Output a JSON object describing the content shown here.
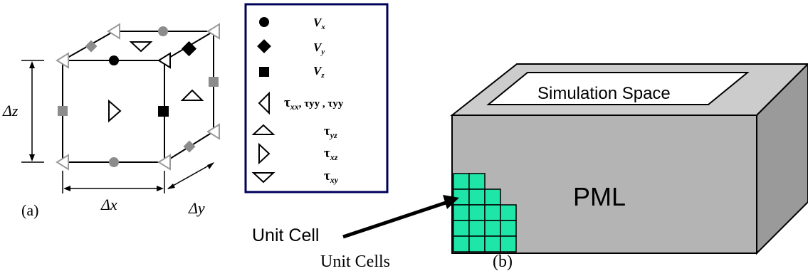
{
  "panel_a": {
    "label": "(a)",
    "caption": "Unit Cell",
    "dims": {
      "x": "Δx",
      "y": "Δy",
      "z": "Δz"
    }
  },
  "legend": {
    "items": [
      {
        "symbol": "circle-icon",
        "base": "V",
        "sub": "x",
        "extra": ""
      },
      {
        "symbol": "diamond-icon",
        "base": "V",
        "sub": "y",
        "extra": ""
      },
      {
        "symbol": "square-icon",
        "base": "V",
        "sub": "z",
        "extra": ""
      },
      {
        "symbol": "triangle-left-icon",
        "base": "τ",
        "sub": "xx",
        "extra": ", τyy , τyy"
      },
      {
        "symbol": "triangle-up-icon",
        "base": "τ",
        "sub": "yz",
        "extra": ""
      },
      {
        "symbol": "triangle-right-icon",
        "base": "τ",
        "sub": "xz",
        "extra": ""
      },
      {
        "symbol": "triangle-down-icon",
        "base": "τ",
        "sub": "xy",
        "extra": ""
      }
    ],
    "frame_color": "#00005a"
  },
  "panel_b": {
    "label": "(b)",
    "top_label": "Simulation Space",
    "body_label": "PML",
    "arrow_label": "Unit Cells",
    "cell_color": "#1ee6a8",
    "box_front": "#b4b4b4",
    "box_top": "#cccccc",
    "box_side": "#9a9a9a"
  },
  "colors": {
    "line": "#000000",
    "gray_marker": "#8c8c8c",
    "light_triangle": "#9a9a9a"
  }
}
